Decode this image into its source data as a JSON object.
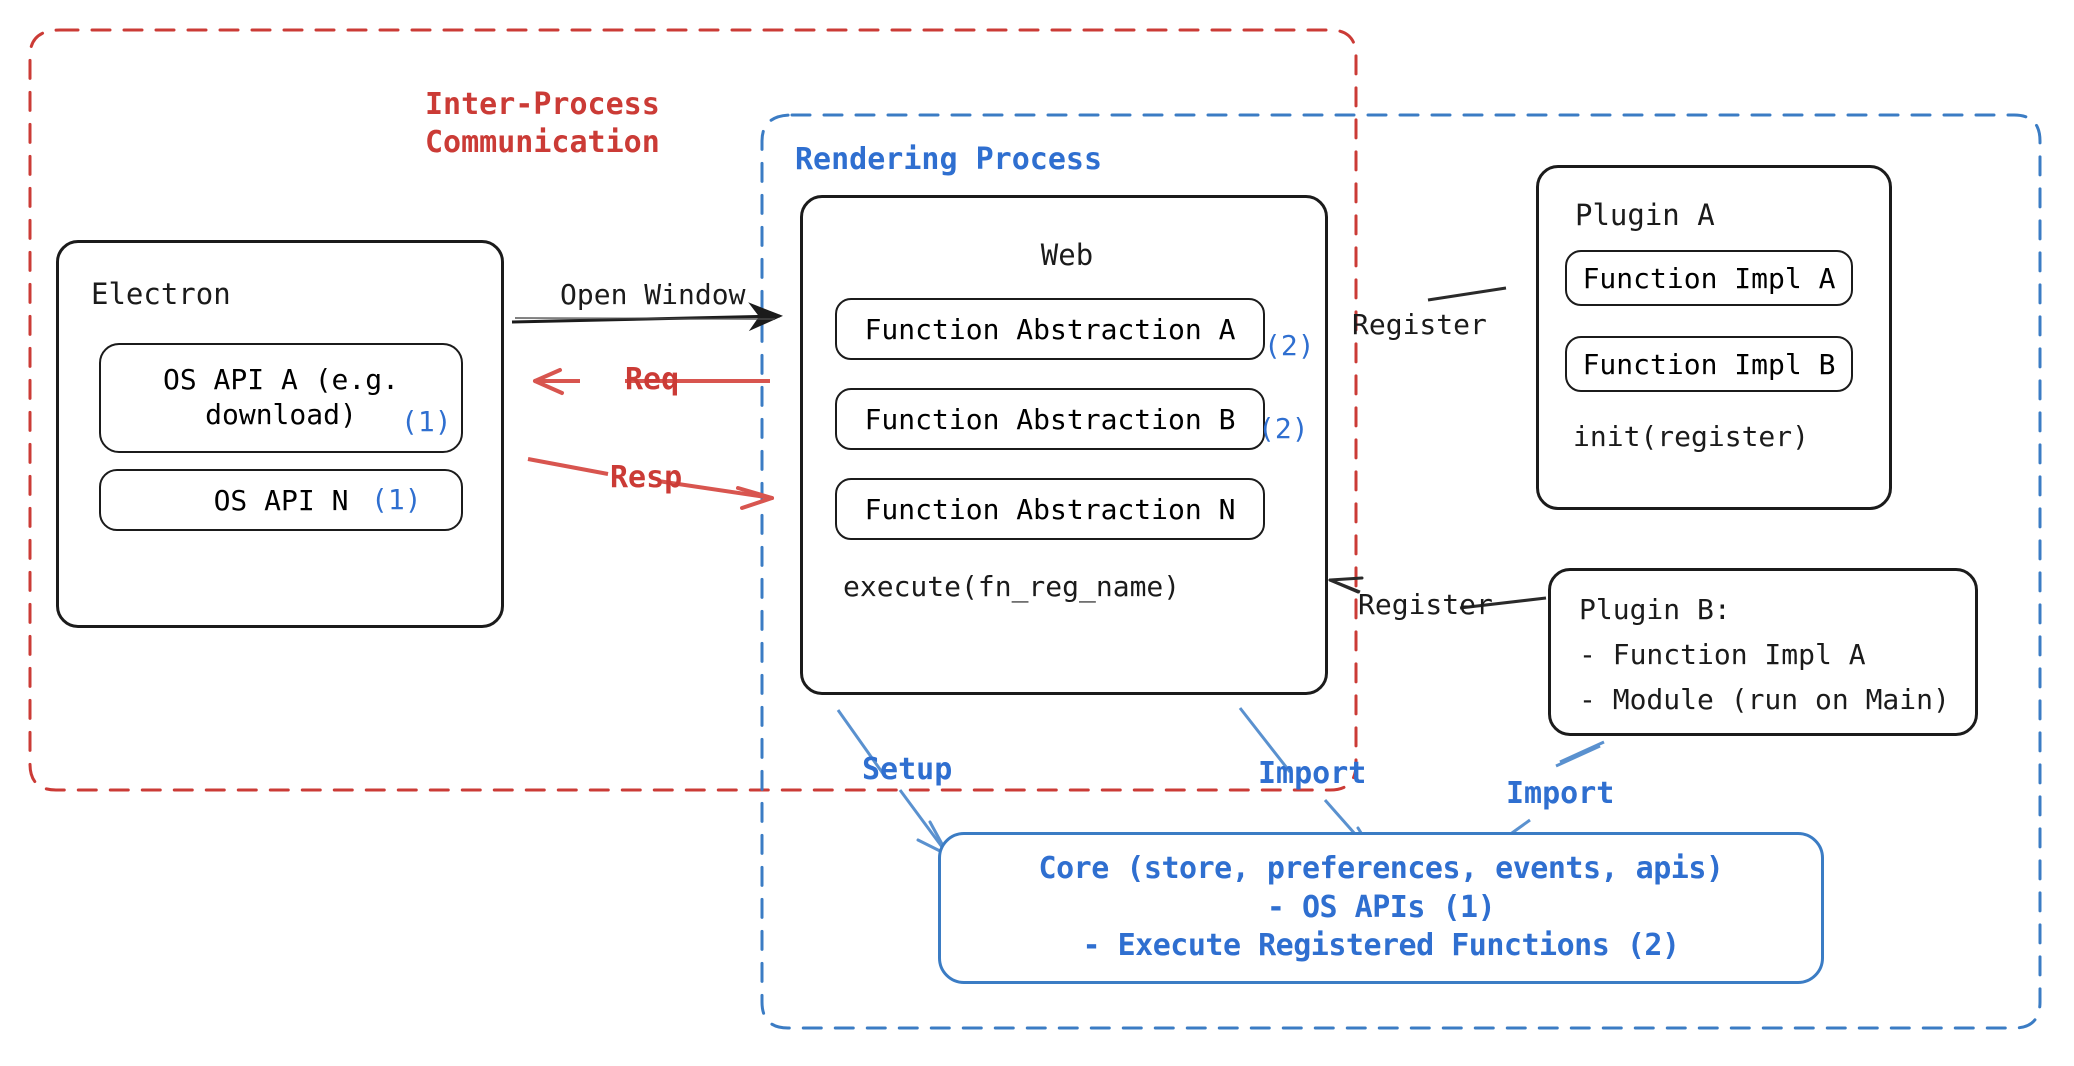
{
  "diagram": {
    "regions": {
      "ipc": {
        "label": "Inter-Process\nCommunication",
        "color": "#cb3b36",
        "style": "dashed"
      },
      "rendering": {
        "label": "Rendering Process",
        "color": "#3b7cc4",
        "style": "dashed"
      }
    },
    "nodes": {
      "electron": {
        "title": "Electron",
        "children": [
          {
            "text": "OS API A (e.g.\ndownload)",
            "marker": "(1)"
          },
          {
            "text": "OS API N",
            "marker": "(1)"
          }
        ]
      },
      "web": {
        "title": "Web",
        "children": [
          {
            "text": "Function Abstraction A",
            "marker": "(2)"
          },
          {
            "text": "Function Abstraction B",
            "marker": "(2)"
          },
          {
            "text": "Function Abstraction N",
            "marker": ""
          }
        ],
        "footer": "execute(fn_reg_name)"
      },
      "plugin_a": {
        "title": "Plugin A",
        "children": [
          {
            "text": "Function Impl A"
          },
          {
            "text": "Function Impl B"
          }
        ],
        "footer": "init(register)"
      },
      "plugin_b": {
        "lines": [
          "Plugin B:",
          "- Function Impl A",
          "- Module (run on Main)"
        ]
      },
      "core": {
        "lines": [
          "Core (store, preferences, events, apis)",
          "- OS APIs (1)",
          "- Execute Registered Functions (2)"
        ],
        "color": "#2f6fd0"
      }
    },
    "edges": [
      {
        "label": "Open Window",
        "color": "#1b1b1b"
      },
      {
        "label": "Req",
        "color": "#cb3b36"
      },
      {
        "label": "Resp",
        "color": "#cb3b36"
      },
      {
        "label": "Register",
        "color": "#1b1b1b"
      },
      {
        "label": "Register",
        "color": "#1b1b1b"
      },
      {
        "label": "Setup",
        "color": "#3b7cc4"
      },
      {
        "label": "Import",
        "color": "#3b7cc4"
      },
      {
        "label": "Import",
        "color": "#3b7cc4"
      }
    ]
  }
}
